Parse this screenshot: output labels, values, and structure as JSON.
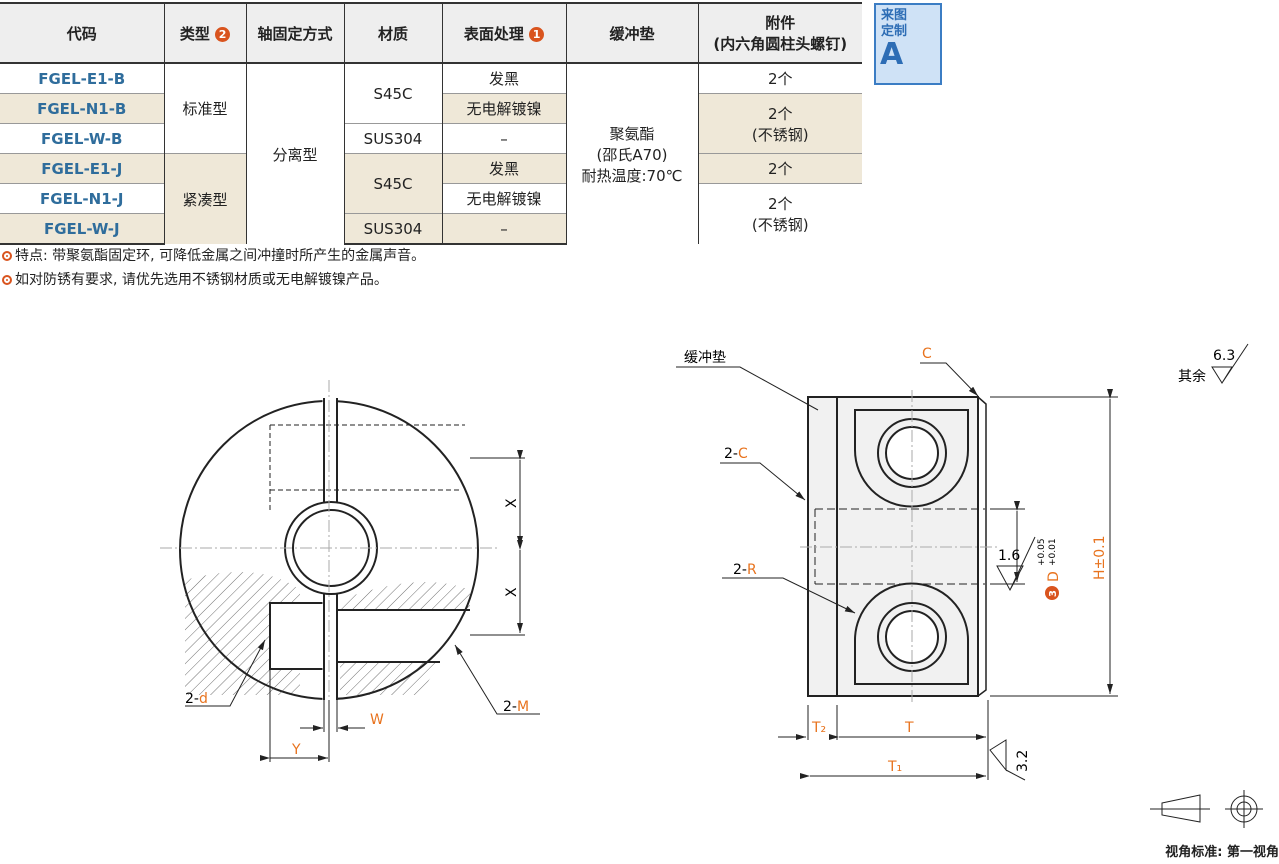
{
  "table": {
    "headers": [
      "代码",
      "类型",
      "轴固定方式",
      "材质",
      "表面处理",
      "缓冲垫",
      "附件",
      "(内六角圆柱头螺钉)"
    ],
    "header_badges": {
      "type": "2",
      "surface": "1"
    },
    "rows": [
      {
        "code": "FGEL-E1-B"
      },
      {
        "code": "FGEL-N1-B"
      },
      {
        "code": "FGEL-W-B"
      },
      {
        "code": "FGEL-E1-J"
      },
      {
        "code": "FGEL-N1-J"
      },
      {
        "code": "FGEL-W-J"
      }
    ],
    "types": [
      "标准型",
      "紧凑型"
    ],
    "fixing": "分离型",
    "materials": [
      "S45C",
      "SUS304",
      "S45C",
      "SUS304"
    ],
    "surfaces": [
      "发黑",
      "无电解镀镍",
      "–",
      "发黑",
      "无电解镀镍",
      "–"
    ],
    "cushion": [
      "聚氨酯",
      "(邵氏A70)",
      "耐热温度:70℃"
    ],
    "accessories": [
      "2个",
      "2个",
      "(不锈钢)",
      "2个",
      "2个",
      "(不锈钢)"
    ]
  },
  "notes": [
    "特点: 带聚氨酯固定环, 可降低金属之间冲撞时所产生的金属声音。",
    "如对防锈有要求, 请优先选用不锈钢材质或无电解镀镍产品。"
  ],
  "custom_badge": {
    "line1": "来图",
    "line2": "定制",
    "letter": "A"
  },
  "drawing": {
    "labels": {
      "X1": "X",
      "X2": "X",
      "d": "d",
      "d_prefix": "2-",
      "M": "M",
      "M_prefix": "2-",
      "W": "W",
      "Y": "Y",
      "cushion": "缓冲垫",
      "C": "C",
      "C2": "C",
      "C2_prefix": "2-",
      "R": "R",
      "R_prefix": "2-",
      "D": "D",
      "D_tol_upper": "+0.05",
      "D_tol_lower": "+0.01",
      "D_badge": "3",
      "H": "H±0.1",
      "T": "T",
      "T1": "T₁",
      "T2": "T₂",
      "rough_16": "1.6",
      "rough_32": "3.2",
      "rough_63": "6.3",
      "rest": "其余"
    },
    "accent": "#e8731e"
  },
  "footer": "视角标准: 第一视角"
}
